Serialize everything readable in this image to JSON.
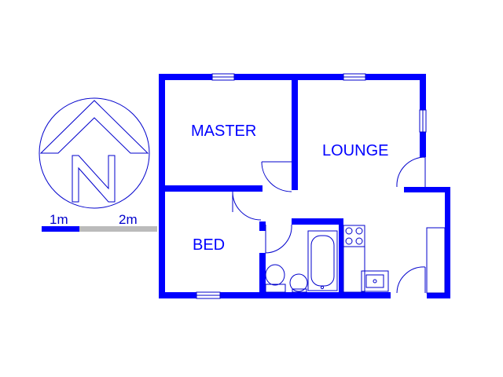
{
  "compass": {
    "letter": "N",
    "icon": "north-arrow-icon"
  },
  "scale_bar": {
    "label_1": "1m",
    "label_2": "2m"
  },
  "rooms": {
    "master": "MASTER",
    "lounge": "LOUNGE",
    "bed": "BED"
  },
  "colors": {
    "wall": "#0000ff",
    "fixture": "#0000cc",
    "scale_dark": "#0000ff",
    "scale_light": "#bbbbbb",
    "text": "#0000ff"
  }
}
